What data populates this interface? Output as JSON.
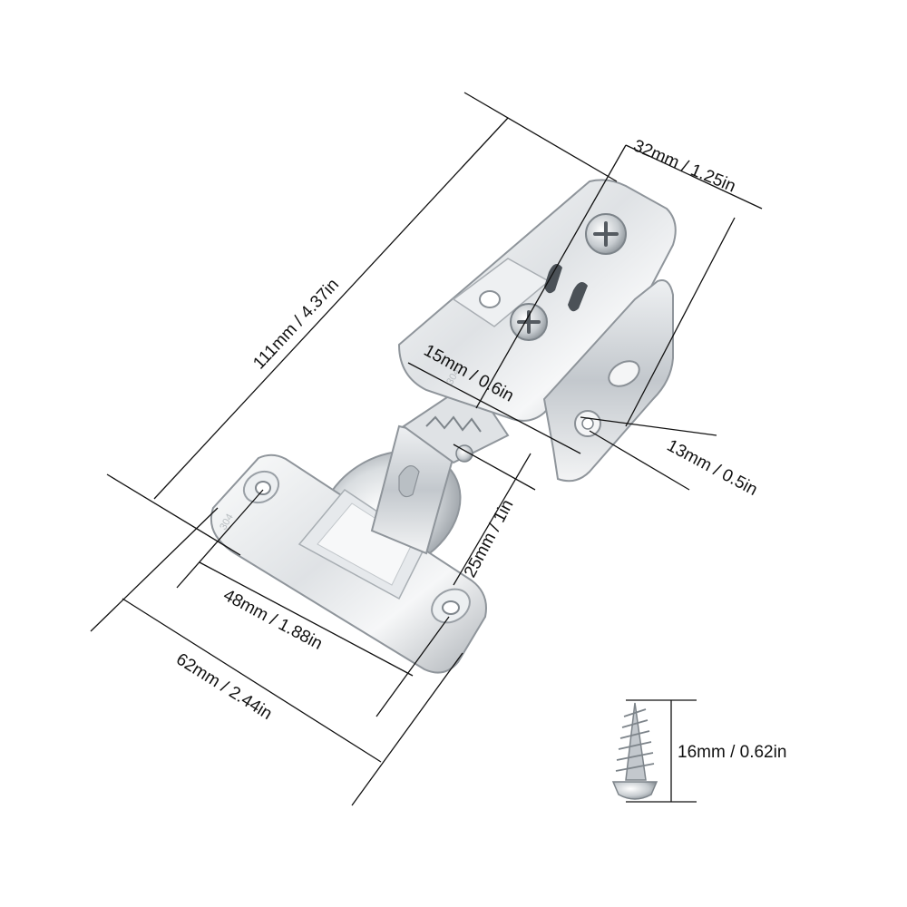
{
  "dimensions": {
    "overall_length": "111mm / 4.37in",
    "top_width": "32mm / 1.25in",
    "cup_depth_offset": "15mm / 0.6in",
    "slot_spacing": "13mm / 0.5in",
    "arm_offset": "25mm / 1in",
    "hole_spacing": "48mm / 1.88in",
    "plate_length": "62mm / 2.44in",
    "screw_length": "16mm / 0.62in"
  },
  "plate_stamp": "304",
  "colors": {
    "metal_light": "#f4f5f6",
    "metal_mid": "#cfd3d7",
    "metal_dark": "#8d9399",
    "line": "#111111"
  }
}
